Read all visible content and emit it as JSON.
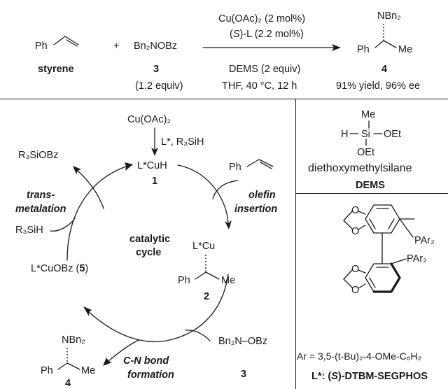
{
  "reaction": {
    "styrene_ph": "Ph",
    "styrene_label": "styrene",
    "plus": "+",
    "amine_reagent": "Bn₂NOBz",
    "amine_number": "3",
    "amine_equiv": "(1.2 equiv)",
    "cond_catalyst": "Cu(OAc)₂ (2 mol%)",
    "cond_ligand_prefix": "(",
    "cond_ligand_s": "S",
    "cond_ligand_rest": ")-L (2.2 mol%)",
    "cond_silane": "DEMS (2 equiv)",
    "cond_solvent": "THF, 40 °C, 12 h",
    "product_nbn2": "NBn₂",
    "product_ph": "Ph",
    "product_me": "Me",
    "product_number": "4",
    "product_yield": "91% yield, 96% ee"
  },
  "cycle": {
    "precatalyst": "Cu(OAc)₂",
    "activation_reagents": "L*, R₃SiH",
    "cuh": "L*CuH",
    "cuh_number": "1",
    "silyl_ester": "R₃SiOBz",
    "silane_in": "R₃SiH",
    "transmetalation_1": "trans-",
    "transmetalation_2": "metalation",
    "center_1": "catalytic",
    "center_2": "cycle",
    "styrene_ph": "Ph",
    "insertion_1": "olefin",
    "insertion_2": "insertion",
    "alkylcu": "L*Cu",
    "alkylcu_ph": "Ph",
    "alkylcu_me": "Me",
    "alkylcu_number": "2",
    "cu_benzoate_prefix": "L*CuOBz (",
    "cu_benzoate_number": "5",
    "cu_benzoate_suffix": ")",
    "reagent": "Bn₂N–OBz",
    "reagent_number": "3",
    "cn_1": "C-N bond",
    "cn_2": "formation",
    "product_nbn2": "NBn₂",
    "product_ph": "Ph",
    "product_me": "Me",
    "product_number": "4"
  },
  "dems": {
    "me": "Me",
    "h": "H",
    "si": "Si",
    "oet_right": "OEt",
    "oet_bottom": "OEt",
    "name": "diethoxymethylsilane",
    "abbr": "DEMS"
  },
  "ligand": {
    "o1": "O",
    "o2": "O",
    "o3": "O",
    "o4": "O",
    "par2_top": "PAr₂",
    "par2_bottom": "PAr₂",
    "ar_def": "Ar = 3,5-(t-Bu)₂-4-OMe-C₆H₂",
    "name_prefix": "L*: (",
    "name_s": "S",
    "name_suffix": ")-DTBM-SEGPHOS"
  }
}
